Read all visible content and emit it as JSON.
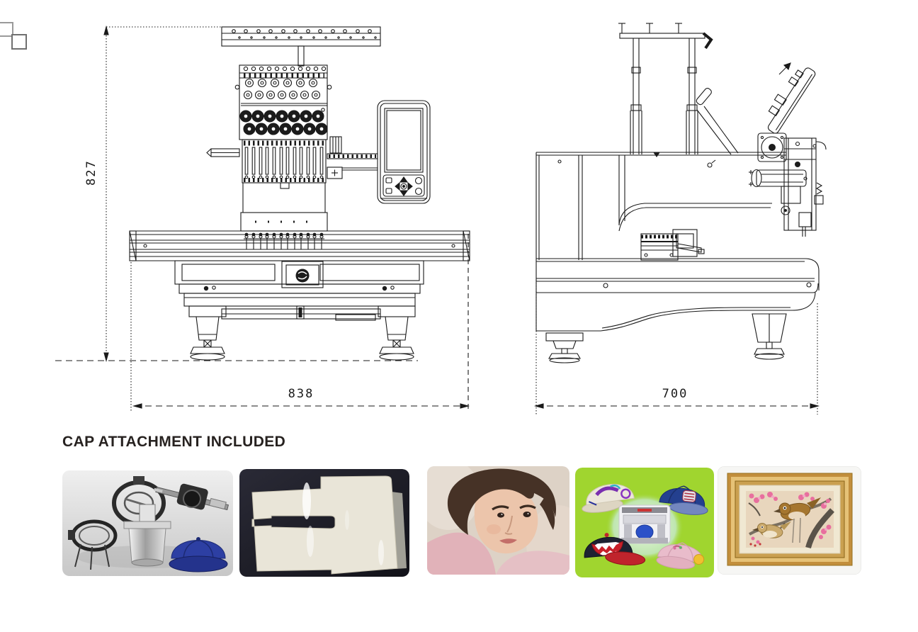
{
  "diagram": {
    "ink_color": "#1a1a1a",
    "dimensions": {
      "height": "827",
      "front_width": "838",
      "side_depth": "700"
    }
  },
  "cap_section": {
    "heading": "CAP ATTACHMENT INCLUDED",
    "heading_color": "#272220"
  },
  "gallery": {
    "items": [
      {
        "name": "cap-attachment-parts-photo",
        "subject": "cap attachment hardware with blue cap",
        "bg": "#dedede"
      },
      {
        "name": "table-plate-photo",
        "subject": "white extension table plate",
        "bg": "#20202a"
      },
      {
        "name": "embroidered-portrait-photo",
        "subject": "photo-stitch embroidered woman portrait",
        "bg": "#ddd3c8"
      },
      {
        "name": "embroidered-caps-photo",
        "subject": "embroidered caps around cap embroidery machine",
        "bg": "#a0d52f"
      },
      {
        "name": "framed-bird-embroidery-photo",
        "subject": "gold framed bird and blossom embroidery",
        "bg": "#f6f6f4"
      }
    ]
  }
}
